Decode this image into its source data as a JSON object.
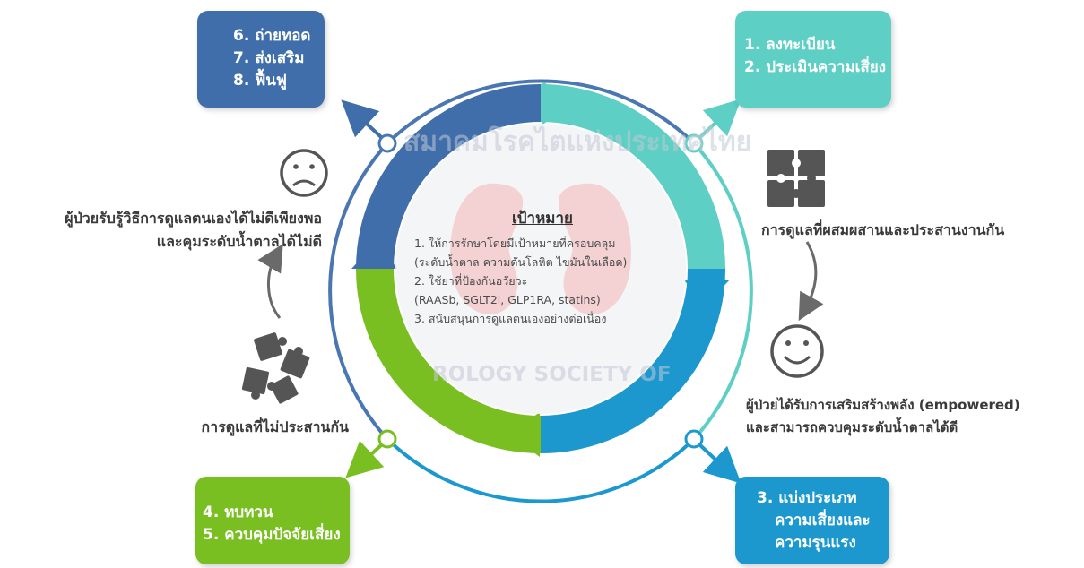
{
  "boxes": {
    "top_left": [
      "6. ถ่ายทอด",
      "7. ส่งเสริม",
      "8. ฟื้นฟู"
    ],
    "top_right": [
      "1. ลงทะเบียน",
      "2. ประเมินความเสี่ยง"
    ],
    "bottom_left": [
      "4. ทบทวน",
      "5. ควบคุมปัจจัยเสี่ยง"
    ],
    "bottom_right": [
      "3. แบ่งประเภท",
      "ความเสี่ยงและ",
      "ความรุนแรง"
    ]
  },
  "center": {
    "heading": "เป้าหมาย",
    "lines": [
      "1. ให้การรักษาโดยมีเป้าหมายที่ครอบคลุม",
      "(ระดับน้ำตาล ความดันโลหิต ไขมันในเลือด)",
      "2. ใช้ยาที่ป้องกันอวัยวะ",
      "(RAASb, SGLT2i, GLP1RA, statins)",
      "3. สนับสนุนการดูแลตนเองอย่างต่อเนื่อง"
    ]
  },
  "left": {
    "poor_outcome": [
      "ผู้ป่วยรับรู้วิธีการดูแลตนเองได้ไม่ดีเพียงพอ",
      "และคุมระดับน้ำตาลได้ไม่ดี"
    ],
    "uncoordinated_care": "การดูแลที่ไม่ประสานกัน"
  },
  "right": {
    "coordinated_care": "การดูแลที่ผสมผสานและประสานงานกัน",
    "good_outcome": [
      "ผู้ป่วยได้รับการเสริมสร้างพลัง (empowered)",
      "และสามารถควบคุมระดับน้ำตาลได้ดี"
    ]
  },
  "watermark": {
    "top": "สมาคมโรคไตแห่งประเทศไทย",
    "bottom": "ROLOGY SOCIETY OF"
  },
  "colors": {
    "dark_blue": "#3f6eaa",
    "teal": "#5ecfc4",
    "green": "#7abf22",
    "blue": "#1c98cf",
    "icon_gray": "#555555"
  },
  "icons": [
    "sad-face-icon",
    "smiley-face-icon",
    "puzzle-assembled-icon",
    "puzzle-scattered-icon"
  ]
}
